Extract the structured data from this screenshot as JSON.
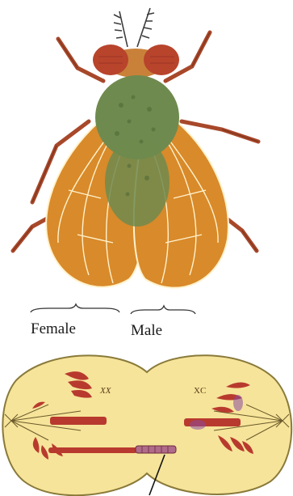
{
  "labels": {
    "female": "Female",
    "male": "Male",
    "xx": "XX",
    "xc": "XC"
  },
  "colors": {
    "fly_body": "#6f8a4e",
    "fly_eye": "#b8442c",
    "fly_wing": "#d98a2a",
    "fly_legs": "#a8482a",
    "cell_fill": "#f6e49a",
    "cell_outline": "#8a7a3a",
    "chromosome": "#b83a2e"
  }
}
